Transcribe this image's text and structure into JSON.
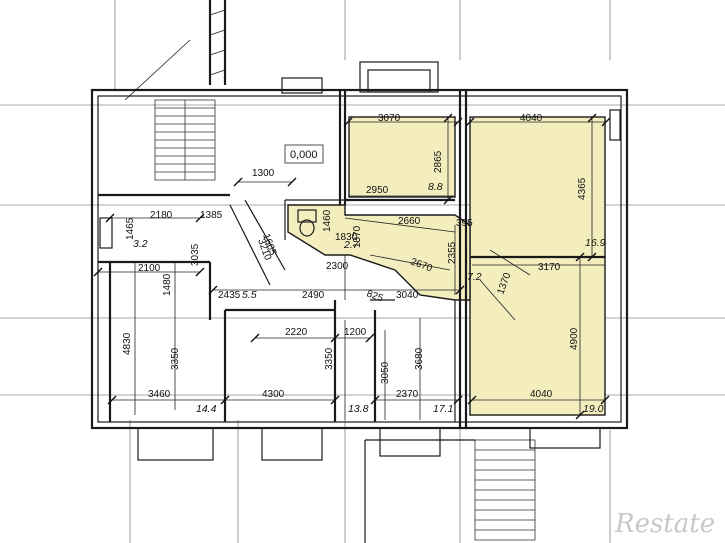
{
  "plan": {
    "fill_color": "#f4eebf",
    "elevation_mark": "0,000",
    "watermark": "Restate",
    "dimensions": [
      "1300",
      "3070",
      "2865",
      "2950",
      "4040",
      "4365",
      "2180",
      "1385",
      "1465",
      "1605",
      "1460",
      "1830",
      "1370",
      "2660",
      "395",
      "3035",
      "3210",
      "2100",
      "1480",
      "2300",
      "2670",
      "2355",
      "3170",
      "1370",
      "2435",
      "2490",
      "825",
      "3040",
      "4830",
      "3350",
      "2220",
      "1200",
      "3350",
      "3680",
      "3050",
      "4900",
      "3460",
      "4300",
      "2370",
      "4040"
    ],
    "areas": [
      "8.8",
      "16.9",
      "3.2",
      "2.7",
      "7.2",
      "5.5",
      "14.4",
      "13.8",
      "17.1",
      "19.0"
    ]
  }
}
